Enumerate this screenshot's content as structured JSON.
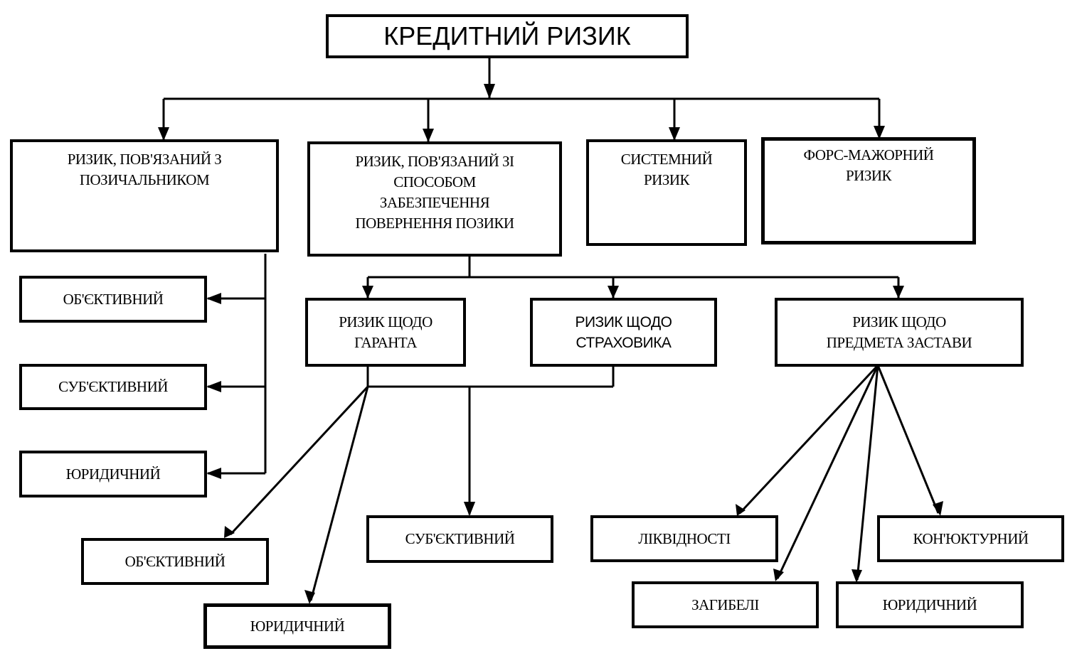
{
  "diagram": {
    "root": {
      "label": "КРЕДИТНИЙ РИЗИК"
    },
    "level1": [
      {
        "lines": [
          "РИЗИК, ПОВ'ЯЗАНИЙ З",
          "ПОЗИЧАЛЬНИКОМ"
        ]
      },
      {
        "lines": [
          "РИЗИК, ПОВ'ЯЗАНИЙ ЗІ",
          "СПОСОБОМ",
          "ЗАБЕЗПЕЧЕННЯ",
          "ПОВЕРНЕННЯ ПОЗИКИ"
        ]
      },
      {
        "lines": [
          "СИСТЕМНИЙ",
          "РИЗИК"
        ]
      },
      {
        "lines": [
          "ФОРС-МАЖОРНИЙ",
          "РИЗИК"
        ]
      }
    ],
    "borrower_children": [
      {
        "label": "ОБ'ЄКТИВНИЙ"
      },
      {
        "label": "СУБ'ЄКТИВНИЙ"
      },
      {
        "label": "ЮРИДИЧНИЙ"
      }
    ],
    "security_children": [
      {
        "lines": [
          "РИЗИК ЩОДО",
          "ГАРАНТА"
        ]
      },
      {
        "lines": [
          "РИЗИК ЩОДО",
          "СТРАХОВИКА"
        ]
      },
      {
        "lines": [
          "РИЗИК ЩОДО",
          "ПРЕДМЕТА ЗАСТАВИ"
        ]
      }
    ],
    "guarantor_insurer_children": [
      {
        "label": "ОБ'ЄКТИВНИЙ"
      },
      {
        "label": "ЮРИДИЧНИЙ"
      },
      {
        "label": "СУБ'ЄКТИВНИЙ"
      }
    ],
    "collateral_children": [
      {
        "label": "ЛІКВІДНОСТІ"
      },
      {
        "label": "ЗАГИБЕЛІ"
      },
      {
        "label": "ЮРИДИЧНИЙ"
      },
      {
        "label": "КОН'ЮКТУРНИЙ"
      }
    ]
  }
}
